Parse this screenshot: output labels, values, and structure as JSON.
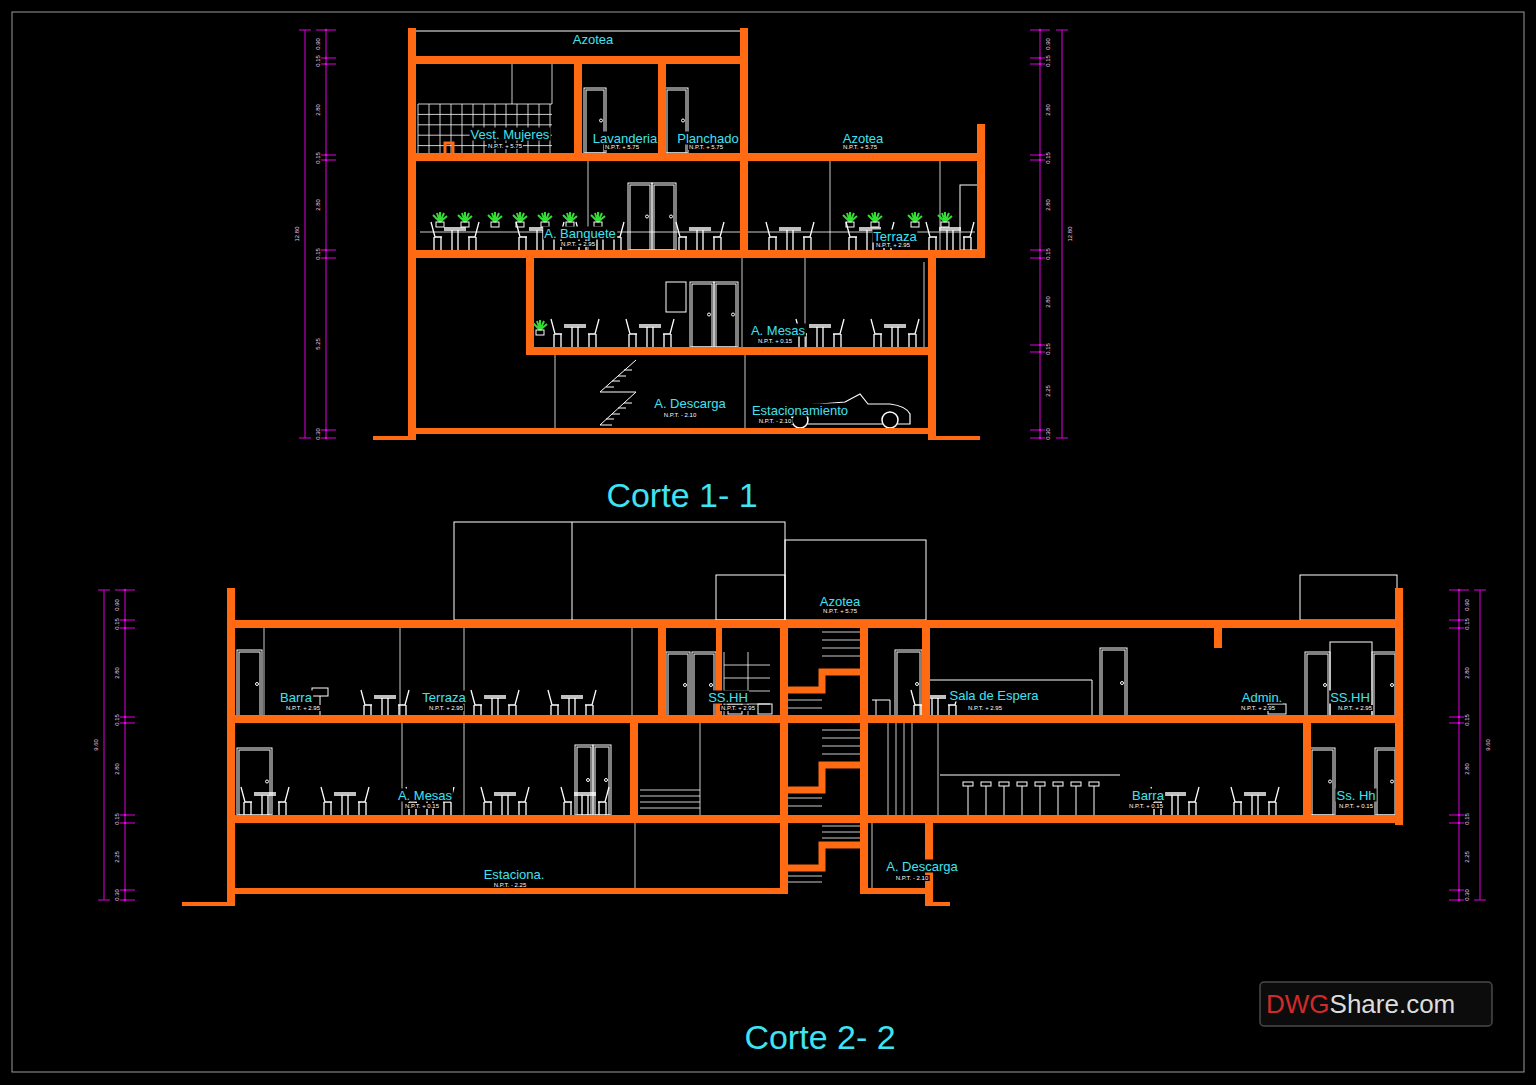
{
  "diagram": {
    "labels": [
      "Azotea",
      "Vest. Mujeres",
      "N.P.T. + 5.75",
      "Lavanderia",
      "N.P.T. + 5.75",
      "Planchado",
      "N.P.T. + 5.75",
      "Azotea",
      "N.P.T. + 5.75",
      "A. Banquete",
      "N.P.T. + 2.95",
      "Terraza",
      "N.P.T. + 2.95",
      "A. Mesas",
      "N.P.T. + 0.15",
      "A. Descarga",
      "N.P.T. - 2.10",
      "Estacionamiento",
      "N.P.T. - 2.10",
      "0.90",
      "0.15",
      "2.80",
      "0.15",
      "2.80",
      "0.15",
      "5.25",
      "0.30",
      "12.80",
      "0.90",
      "0.15",
      "2.80",
      "0.15",
      "2.80",
      "0.15",
      "2.80",
      "0.15",
      "2.25",
      "0.30",
      "12.80",
      "Azotea",
      "N.P.T. + 5.75",
      "Barra",
      "N.P.T. + 2.95",
      "Terraza",
      "N.P.T. + 2.95",
      "SS.HH",
      "N.P.T. + 2.95",
      "Sala de Espera",
      "N.P.T. + 2.95",
      "Admin.",
      "N.P.T. + 2.95",
      "SS.HH",
      "N.P.T. + 2.95",
      "A. Mesas",
      "N.P.T. + 0.15",
      "Barra",
      "N.P.T. + 0.15",
      "Ss. Hh",
      "N.P.T. + 0.15",
      "Estaciona.",
      "N.P.T. - 2.25",
      "A. Descarga",
      "N.P.T. - 2.10",
      "0.90",
      "0.15",
      "2.80",
      "0.15",
      "2.80",
      "0.15",
      "2.25",
      "0.30",
      "9.60",
      "0.90",
      "0.15",
      "2.80",
      "0.15",
      "2.80",
      "0.15",
      "2.25",
      "0.30",
      "9.60",
      "Corte 1- 1",
      "Corte 2- 2",
      "DWG",
      "Share.com"
    ]
  }
}
